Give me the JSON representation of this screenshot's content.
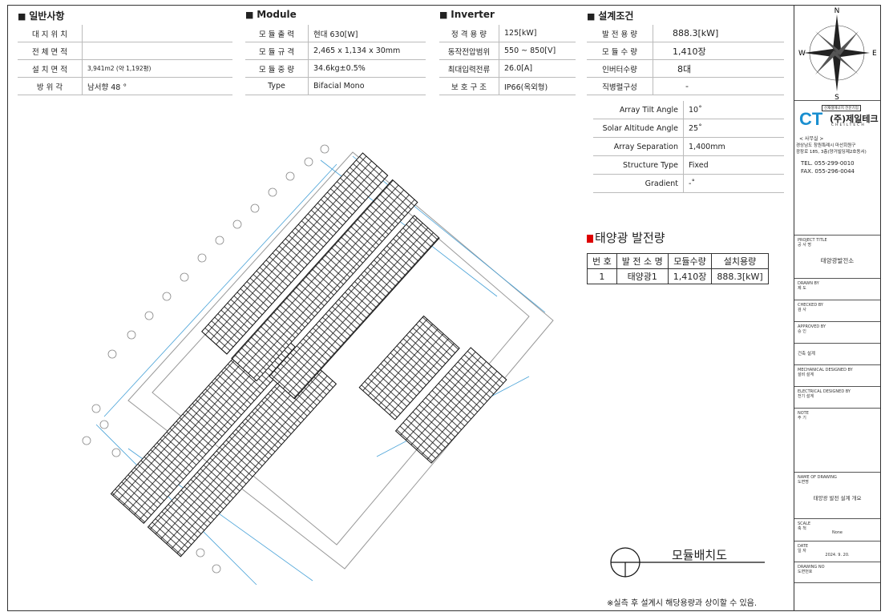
{
  "general": {
    "title": "일반사항",
    "rows": [
      {
        "k": "대 지 위 치",
        "v": ""
      },
      {
        "k": "전 체 면 적",
        "v": ""
      },
      {
        "k": "설 치 면 적",
        "v": "3,941m2 (약 1,192평)"
      },
      {
        "k": "방 위 각",
        "v": "남서향 48 °"
      }
    ]
  },
  "module": {
    "title": "Module",
    "rows": [
      {
        "k": "모 듈 출 력",
        "v": "현대 630[W]"
      },
      {
        "k": "모 듈 규 격",
        "v": "2,465 x 1,134 x 30mm"
      },
      {
        "k": "모 듈 중 량",
        "v": "34.6kg±0.5%"
      },
      {
        "k": "Type",
        "v": "Bifacial Mono"
      }
    ]
  },
  "inverter": {
    "title": "Inverter",
    "rows": [
      {
        "k": "정 격 용 량",
        "v": "125[kW]"
      },
      {
        "k": "동작전압범위",
        "v": "550 ~ 850[V]"
      },
      {
        "k": "최대입력전류",
        "v": "26.0[A]"
      },
      {
        "k": "보 호 구 조",
        "v": "IP66(옥외형)"
      }
    ]
  },
  "design": {
    "title": "설계조건",
    "rows": [
      {
        "k": "발 전 용 량",
        "v": "888.3[kW]"
      },
      {
        "k": "모 듈 수 량",
        "v": "1,410장"
      },
      {
        "k": "인버터수량",
        "v": "8대"
      },
      {
        "k": "직병렬구성",
        "v": "-"
      }
    ],
    "rows2": [
      {
        "k": "Array Tilt Angle",
        "v": "10˚"
      },
      {
        "k": "Solar Altitude Angle",
        "v": "25˚"
      },
      {
        "k": "Array Separation",
        "v": "1,400mm"
      },
      {
        "k": "Structure Type",
        "v": "Fixed"
      },
      {
        "k": "Gradient",
        "v": "-˚"
      }
    ]
  },
  "results": {
    "title": "태양광 발전량",
    "headers": [
      "번 호",
      "발 전 소 명",
      "모듈수량",
      "설치용량"
    ],
    "rows": [
      [
        "1",
        "태양광1",
        "1,410장",
        "888.3[kW]"
      ]
    ]
  },
  "drawing": {
    "title": "모듈배치도",
    "note": "※실측 후 설계시 해당용량과 상이할 수 있음."
  },
  "compass": {
    "n": "N",
    "s": "S",
    "e": "E",
    "w": "W"
  },
  "company": {
    "logo": "CT",
    "name": "(주)제일테크",
    "name_en": "CHEILTECH",
    "badge": "신재생에너지 전문기업",
    "office": "< 사무실 >",
    "addr1": "경상남도 창원특례시 마산회원구",
    "addr2": "광장로 185, 3층(양거빌딩제2호동서)",
    "tel": "TEL. 055-299-0010",
    "fax": "FAX. 055-296-0044"
  },
  "title_block": {
    "project_label": "PROJECT TITLE\n공 사 명",
    "project_value": "태양광발전소",
    "drawn_label": "DRAWN BY\n제 도",
    "checked_label": "CHECKED BY\n검 사",
    "approved_label": "APPROVED BY\n승 인",
    "arch_label": "건축 설계",
    "mech_label": "MECHANICAL DESIGNED BY\n설비 설계",
    "elec_label": "ELECTRICAL DESIGNED BY\n전기 설계",
    "note_label": "NOTE\n주 기",
    "name_label": "NAME OF DRAWING\n도면명",
    "name_value": "태양광 발전 설계 개요",
    "scale_label": "SCALE\n축 척",
    "scale_value": "None",
    "date_label": "DATE\n일 자",
    "date_value": "2024. 9. 20.",
    "drawing_no_label": "DRAWING NO\n도면번호"
  }
}
